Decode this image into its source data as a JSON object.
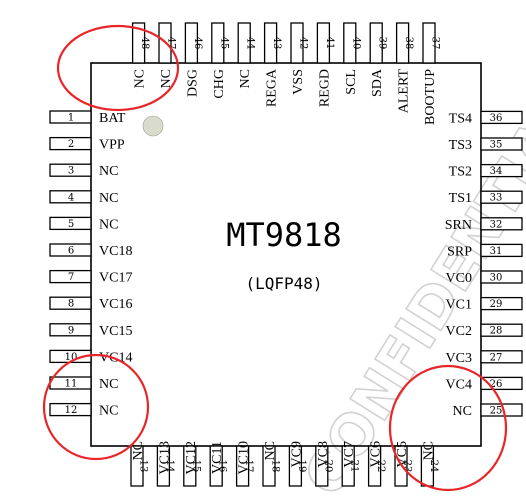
{
  "chip": {
    "name": "MT9818",
    "package": "(LQFP48)",
    "watermark": "CONFIDENTIAL"
  },
  "colors": {
    "outline": "#000000",
    "highlight_circle": "#e8262a",
    "pin1_dot": "#d9dccd",
    "watermark": "#d2d2d2"
  },
  "pins": {
    "left": [
      {
        "num": "1",
        "label": "BAT"
      },
      {
        "num": "2",
        "label": "VPP"
      },
      {
        "num": "3",
        "label": "NC"
      },
      {
        "num": "4",
        "label": "NC"
      },
      {
        "num": "5",
        "label": "NC"
      },
      {
        "num": "6",
        "label": "VC18"
      },
      {
        "num": "7",
        "label": "VC17"
      },
      {
        "num": "8",
        "label": "VC16"
      },
      {
        "num": "9",
        "label": "VC15"
      },
      {
        "num": "10",
        "label": "VC14"
      },
      {
        "num": "11",
        "label": "NC"
      },
      {
        "num": "12",
        "label": "NC"
      }
    ],
    "bottom": [
      {
        "num": "13",
        "label": "NC"
      },
      {
        "num": "14",
        "label": "VC13"
      },
      {
        "num": "15",
        "label": "VC12"
      },
      {
        "num": "16",
        "label": "VC11"
      },
      {
        "num": "17",
        "label": "VC10"
      },
      {
        "num": "18",
        "label": "NC"
      },
      {
        "num": "19",
        "label": "VC9"
      },
      {
        "num": "20",
        "label": "VC8"
      },
      {
        "num": "21",
        "label": "VC7"
      },
      {
        "num": "22",
        "label": "VC6"
      },
      {
        "num": "23",
        "label": "VC5"
      },
      {
        "num": "24",
        "label": "NC"
      }
    ],
    "right": [
      {
        "num": "25",
        "label": "NC"
      },
      {
        "num": "26",
        "label": "VC4"
      },
      {
        "num": "27",
        "label": "VC3"
      },
      {
        "num": "28",
        "label": "VC2"
      },
      {
        "num": "29",
        "label": "VC1"
      },
      {
        "num": "30",
        "label": "VC0"
      },
      {
        "num": "31",
        "label": "SRP"
      },
      {
        "num": "32",
        "label": "SRN"
      },
      {
        "num": "33",
        "label": "TS1"
      },
      {
        "num": "34",
        "label": "TS2"
      },
      {
        "num": "35",
        "label": "TS3"
      },
      {
        "num": "36",
        "label": "TS4"
      }
    ],
    "top": [
      {
        "num": "37",
        "label": "BOOTUP"
      },
      {
        "num": "38",
        "label": "ALERT"
      },
      {
        "num": "39",
        "label": "SDA"
      },
      {
        "num": "40",
        "label": "SCL"
      },
      {
        "num": "41",
        "label": "REGD"
      },
      {
        "num": "42",
        "label": "VSS"
      },
      {
        "num": "43",
        "label": "REGA"
      },
      {
        "num": "44",
        "label": "NC"
      },
      {
        "num": "45",
        "label": "CHG"
      },
      {
        "num": "46",
        "label": "DSG"
      },
      {
        "num": "47",
        "label": "NC"
      },
      {
        "num": "48",
        "label": "NC"
      }
    ]
  }
}
